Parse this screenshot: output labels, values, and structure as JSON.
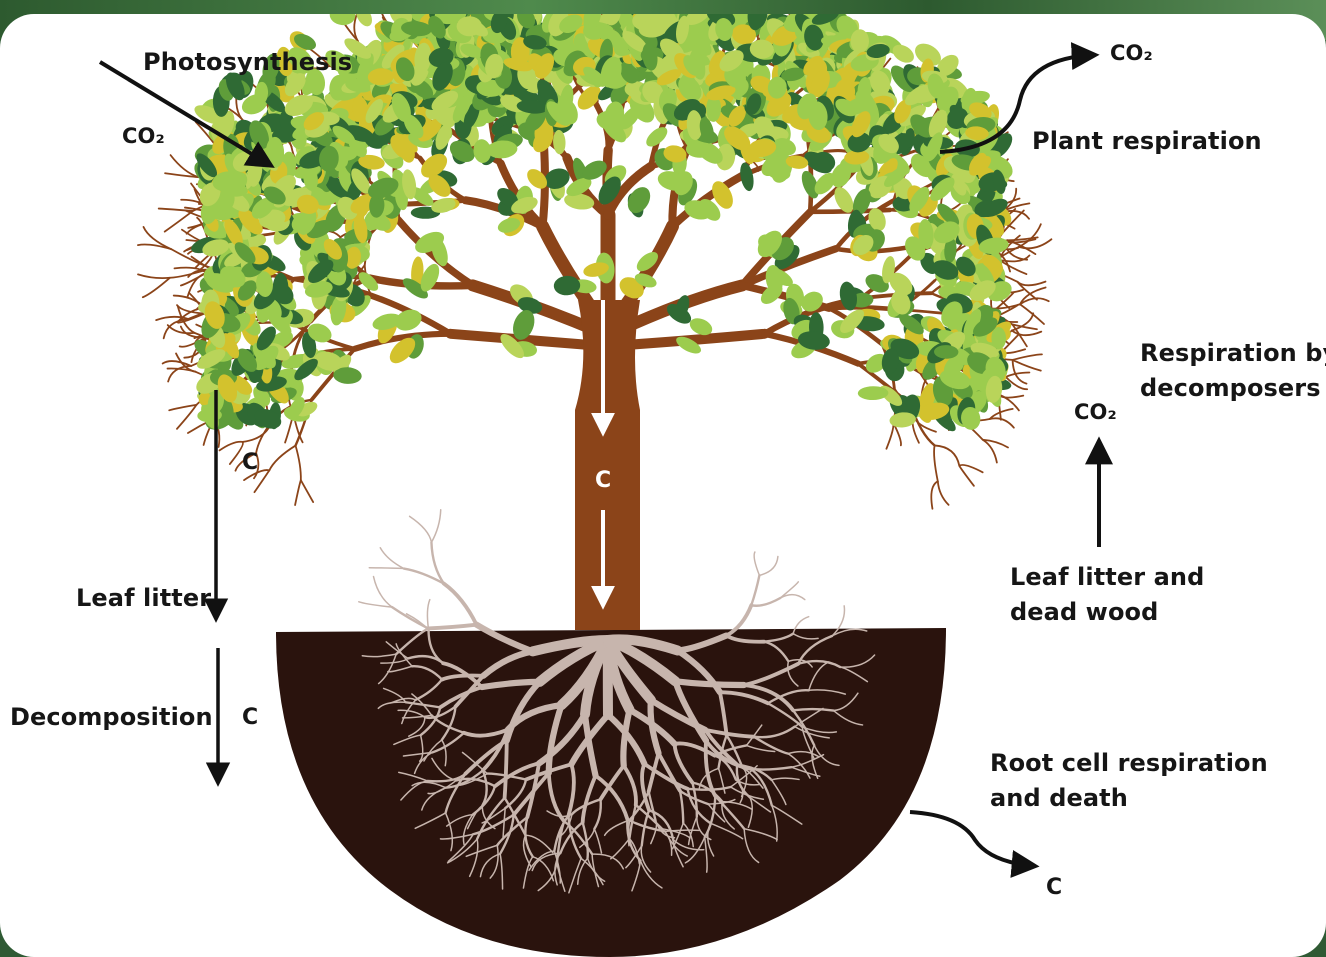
{
  "diagram": {
    "labels": {
      "photosynthesis": "Photosynthesis",
      "co2_photo": "CO₂",
      "co2_plant": "CO₂",
      "plant_respiration": "Plant respiration",
      "resp_decomp_line1": "Respiration by",
      "resp_decomp_line2": "decomposers",
      "co2_decomp": "CO₂",
      "leaf_litter_dead_line1": "Leaf litter and",
      "leaf_litter_dead_line2": "dead wood",
      "c_canopy": "C",
      "leaf_litter": "Leaf litter",
      "decomposition": "Decomposition",
      "c_decomp": "C",
      "c_trunk": "C",
      "root_line1": "Root cell respiration",
      "root_line2": "and death",
      "c_root": "C"
    },
    "colors": {
      "trunk": "#8b4419",
      "soil": "#2a130d",
      "roots": "#c7b5ad",
      "leaf_light": "#9ccc4e",
      "leaf_mid": "#5f9d3a",
      "leaf_dark": "#2f6a34",
      "leaf_yellow": "#d3c22d",
      "text": "#161616"
    }
  }
}
